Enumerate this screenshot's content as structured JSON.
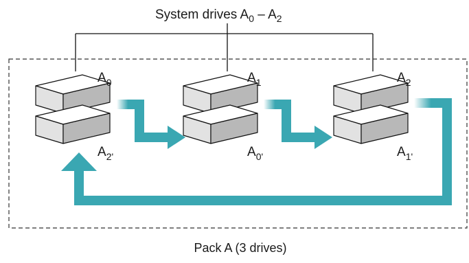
{
  "header": {
    "title_prefix": "System drives A",
    "title_sub_first": "0",
    "title_dash": " – A",
    "title_sub_last": "2"
  },
  "drives": [
    {
      "primary_base": "A",
      "primary_sub": "0",
      "mirror_base": "A",
      "mirror_sub": "2'"
    },
    {
      "primary_base": "A",
      "primary_sub": "1",
      "mirror_base": "A",
      "mirror_sub": "0'"
    },
    {
      "primary_base": "A",
      "primary_sub": "2",
      "mirror_base": "A",
      "mirror_sub": "1'"
    }
  ],
  "footer": {
    "caption": "Pack A (3 drives)"
  },
  "colors": {
    "arrow": "#3aa7b2",
    "frame": "#333333",
    "drive_front": "#e2e2e2",
    "drive_side": "#b8b8b8"
  }
}
